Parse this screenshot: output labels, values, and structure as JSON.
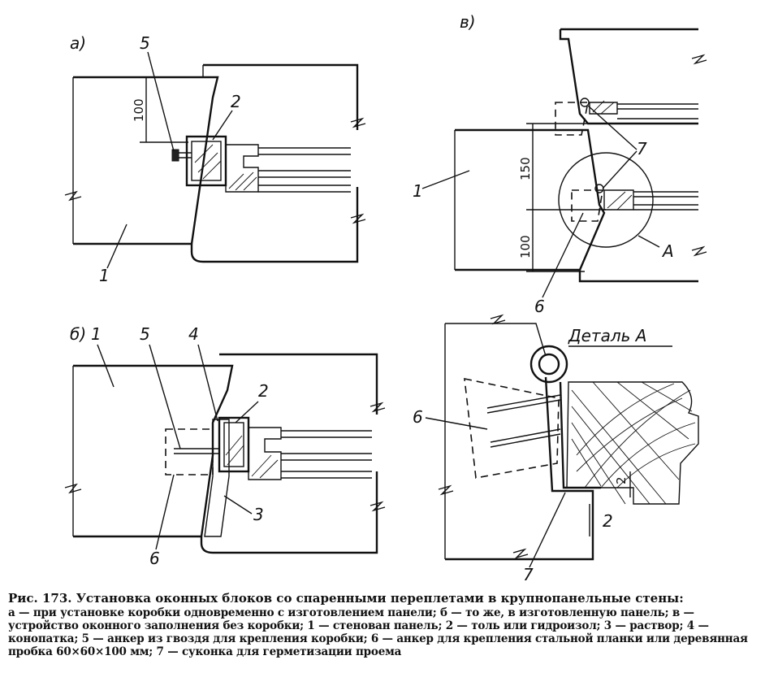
{
  "figure": {
    "panel_a": {
      "letter": "а)",
      "callouts": [
        "5",
        "2",
        "1"
      ],
      "dim": "100"
    },
    "panel_b": {
      "letter": "б)",
      "callouts": [
        "1",
        "5",
        "4",
        "2",
        "3",
        "6"
      ]
    },
    "panel_v": {
      "letter": "в)",
      "callouts": [
        "1",
        "7",
        "6",
        "A"
      ],
      "dims": [
        "150",
        "100"
      ]
    },
    "detail": {
      "title": "Деталь А",
      "callouts": [
        "6",
        "7",
        "2",
        "2"
      ]
    }
  },
  "caption": {
    "title": "Рис. 173. Установка оконных блоков со спаренными переплетами в крупнопанельные стены:",
    "body": "а — при установке коробки одновременно с изготовлением панели; б — то же, в изготовленную панель; в — устройство оконного заполнения без коробки; 1 — стенован панель; 2 — толь или гидроизол; 3 — раствор; 4 — конопатка; 5 — анкер из гвоздя для крепления коробки; 6 — анкер для крепления стальной планки или деревянная пробка 60×60×100 мм; 7 — суконка для герметизации проема"
  }
}
